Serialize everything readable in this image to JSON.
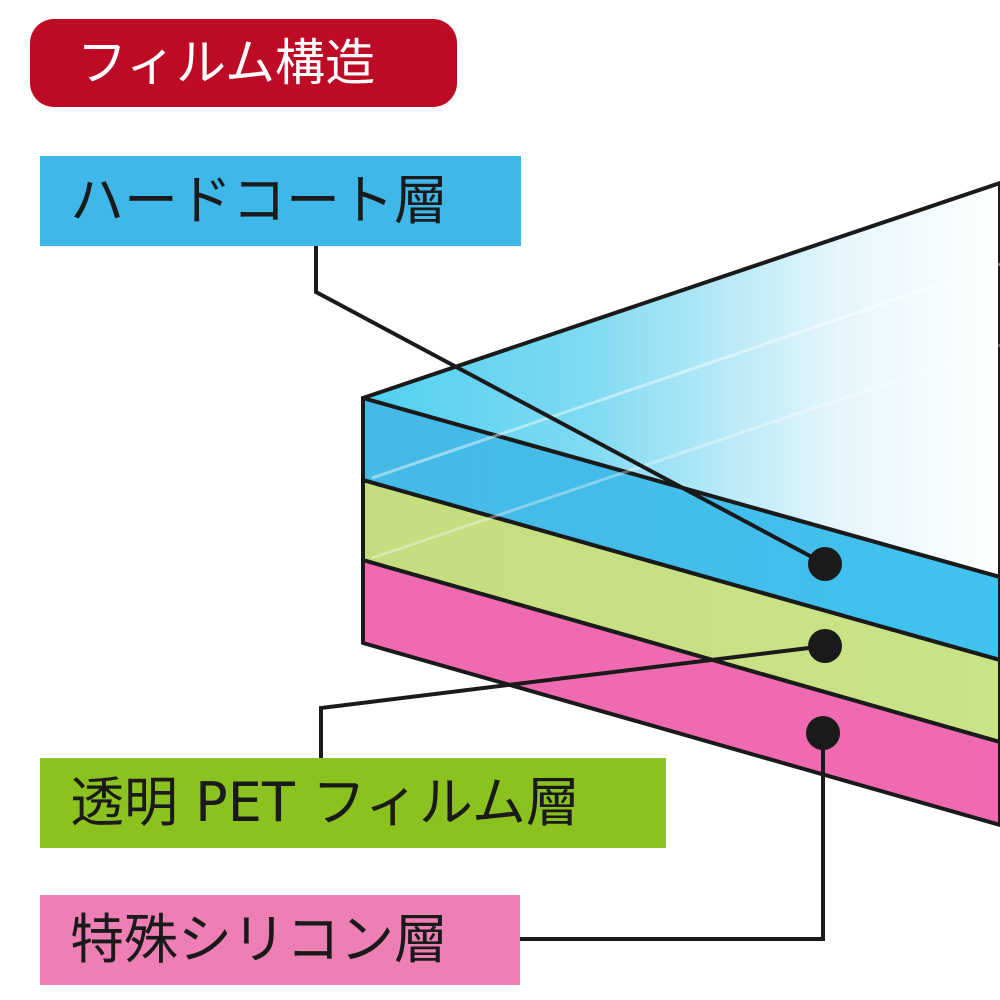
{
  "title": "フィルム構造",
  "layers": {
    "hardcoat": {
      "label": "ハードコート層"
    },
    "pet": {
      "label": "透明 PET フィルム層"
    },
    "silicone": {
      "label": "特殊シリコン層"
    }
  },
  "colors": {
    "title_badge": "#be0b25",
    "hardcoat": "#3fb7e9",
    "pet": "#8bc21f",
    "silicone": "#ed7fb4",
    "leader_line": "#1a1a1a"
  }
}
